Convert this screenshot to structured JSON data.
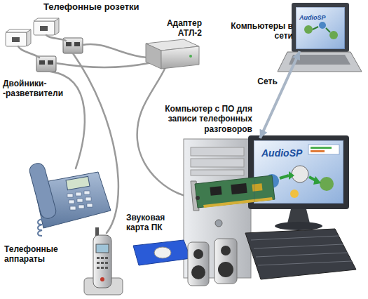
{
  "diagram": {
    "nodes": [
      {
        "text": [
          "AudioSP"
        ]
      },
      {
        "text": [
          "AudioSP"
        ]
      }
    ],
    "edges": [
      {
        "from": 0,
        "to": 1,
        "arrow": "both",
        "label": "Сеть"
      }
    ],
    "labels": [
      "Телефонные розетки",
      "Адаптер АТЛ-2",
      "Компьютеры в сети",
      "Двойники- -разветвители",
      "Компьютер с ПО для записи телефонных разговоров",
      "Звуковая карта ПК",
      "Телефонные аппараты"
    ]
  }
}
